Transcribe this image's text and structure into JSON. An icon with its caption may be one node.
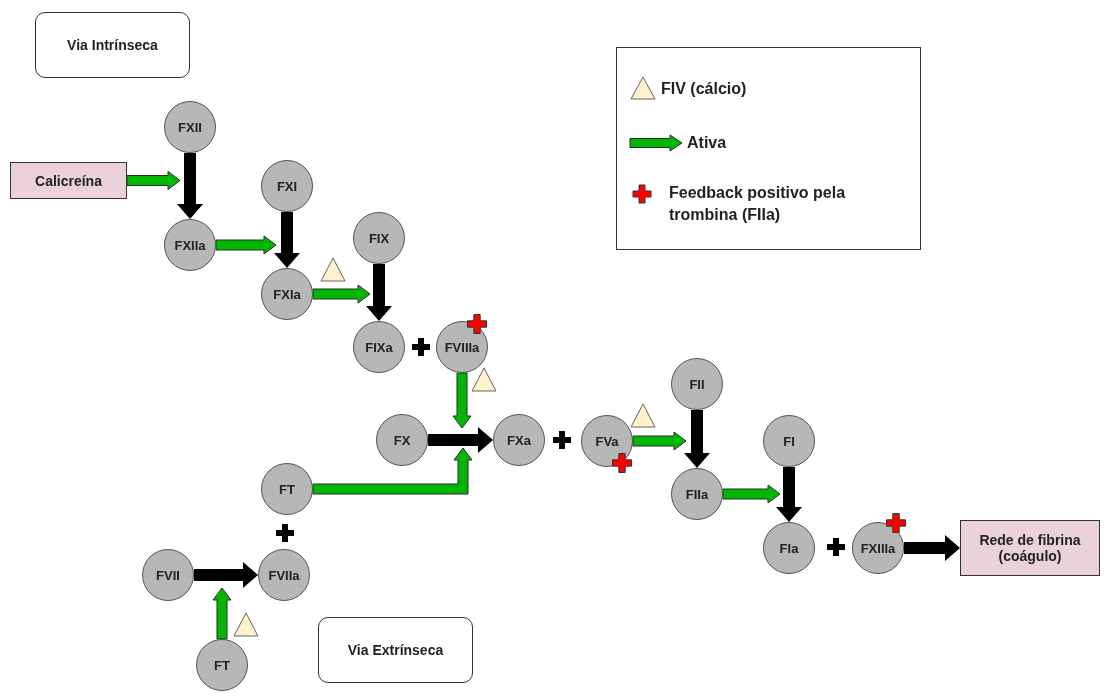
{
  "diagram": {
    "nodes": [
      {
        "text": [
          "Via Intrínseca"
        ]
      },
      {
        "text": [
          "Calicreína"
        ]
      },
      {
        "text": [
          "FXII"
        ]
      },
      {
        "text": [
          "FXIIa"
        ]
      },
      {
        "text": [
          "FXI"
        ]
      },
      {
        "text": [
          "FXIa"
        ]
      },
      {
        "text": [
          "FIX"
        ]
      },
      {
        "text": [
          "FIXa"
        ]
      },
      {
        "text": [
          "FVIIIa"
        ]
      },
      {
        "text": [
          "FX"
        ]
      },
      {
        "text": [
          "FXa"
        ]
      },
      {
        "text": [
          "FVa"
        ]
      },
      {
        "text": [
          "FII"
        ]
      },
      {
        "text": [
          "FIIa"
        ]
      },
      {
        "text": [
          "FI"
        ]
      },
      {
        "text": [
          "FIa"
        ]
      },
      {
        "text": [
          "FXIIIa"
        ]
      },
      {
        "text": [
          "Rede de fibrina (coágulo)"
        ]
      },
      {
        "text": [
          "FT"
        ]
      },
      {
        "text": [
          "FVIIa"
        ]
      },
      {
        "text": [
          "FVII"
        ]
      },
      {
        "text": [
          "FT"
        ]
      },
      {
        "text": [
          "Via Extrínseca"
        ]
      }
    ],
    "edges": [
      {
        "from": 2,
        "to": 3,
        "arrow": "to"
      },
      {
        "from": 1,
        "to": null,
        "arrow": "to",
        "color": "#00b800"
      },
      {
        "from": 4,
        "to": 5,
        "arrow": "to"
      },
      {
        "from": 3,
        "to": null,
        "arrow": "to",
        "color": "#00b800"
      },
      {
        "from": 6,
        "to": 7,
        "arrow": "to"
      },
      {
        "from": 5,
        "to": null,
        "arrow": "to",
        "color": "#00b800"
      },
      {
        "from": 9,
        "to": 10,
        "arrow": "to"
      },
      {
        "from": 8,
        "to": null,
        "arrow": "to",
        "color": "#00b800"
      },
      {
        "from": 18,
        "to": null,
        "arrow": "to",
        "color": "#00b800"
      },
      {
        "from": 12,
        "to": 13,
        "arrow": "to"
      },
      {
        "from": 11,
        "to": null,
        "arrow": "to",
        "color": "#00b800"
      },
      {
        "from": 14,
        "to": 15,
        "arrow": "to"
      },
      {
        "from": 13,
        "to": null,
        "arrow": "to",
        "color": "#00b800"
      },
      {
        "from": 16,
        "to": 17,
        "arrow": "to"
      },
      {
        "from": 20,
        "to": 19,
        "arrow": "to"
      },
      {
        "from": 21,
        "to": null,
        "arrow": "to",
        "color": "#00b800"
      }
    ],
    "legend": [
      {
        "text": "FIV (cálcio)"
      },
      {
        "text": "Ativa"
      },
      {
        "text": "Feedback positivo pela trombina (FIIa)"
      }
    ]
  }
}
